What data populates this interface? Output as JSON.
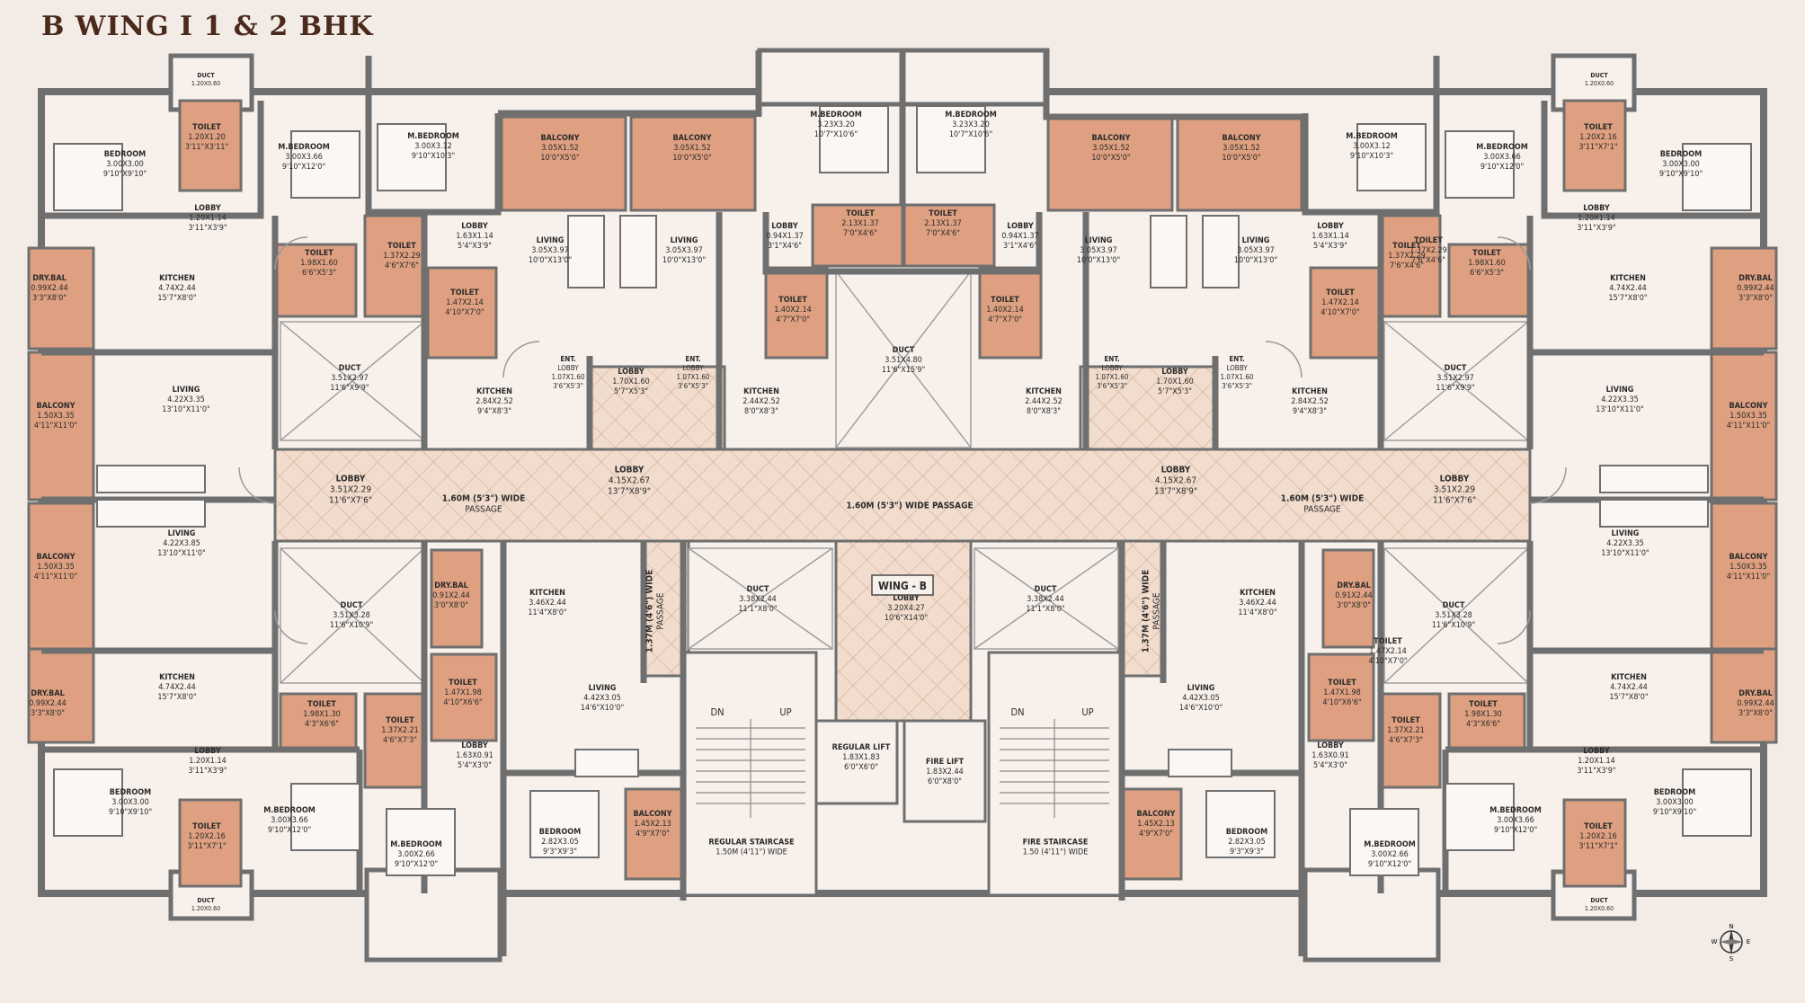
{
  "title": "B WING I 1 & 2 BHK",
  "colors": {
    "wall": "#6f6f6f",
    "floor": "#f7f0eb",
    "wet": "#dea080",
    "lobby": "#f1dccd",
    "lobbyHatch": "#dcc0ac",
    "bg": "#f3ebe6"
  },
  "labels": [
    {
      "lines": [
        "DUCT",
        "1.20X0.60"
      ]
    },
    {
      "lines": [
        "TOILET",
        "1.20X1.20",
        "3'11\"X3'11\""
      ]
    },
    {
      "lines": [
        "BEDROOM",
        "3.00X3.00",
        "9'10\"X9'10\""
      ]
    },
    {
      "lines": [
        "M.BEDROOM",
        "3.00X3.66",
        "9'10\"X12'0\""
      ]
    },
    {
      "lines": [
        "M.BEDROOM",
        "3.00X3.12",
        "9'10\"X10'3\""
      ]
    },
    {
      "lines": [
        "BALCONY",
        "3.05X1.52",
        "10'0\"X5'0\""
      ]
    },
    {
      "lines": [
        "BALCONY",
        "3.05X1.52",
        "10'0\"X5'0\""
      ]
    },
    {
      "lines": [
        "M.BEDROOM",
        "3.23X3.20",
        "10'7\"X10'6\""
      ]
    },
    {
      "lines": [
        "M.BEDROOM",
        "3.23X3.20",
        "10'7\"X10'6\""
      ]
    },
    {
      "lines": [
        "BALCONY",
        "3.05X1.52",
        "10'0\"X5'0\""
      ]
    },
    {
      "lines": [
        "BALCONY",
        "3.05X1.52",
        "10'0\"X5'0\""
      ]
    },
    {
      "lines": [
        "M.BEDROOM",
        "3.00X3.12",
        "9'10\"X10'3\""
      ]
    },
    {
      "lines": [
        "M.BEDROOM",
        "3.00X3.66",
        "9'10\"X12'0\""
      ]
    },
    {
      "lines": [
        "BEDROOM",
        "3.00X3.00",
        "9'10\"X9'10\""
      ]
    },
    {
      "lines": [
        "DUCT",
        "1.20X0.60"
      ]
    },
    {
      "lines": [
        "TOILET",
        "1.20X2.16",
        "3'11\"X7'1\""
      ]
    },
    {
      "lines": [
        "LOBBY",
        "1.20X1.14",
        "3'11\"X3'9\""
      ]
    },
    {
      "lines": [
        "LOBBY",
        "1.63X1.14",
        "5'4\"X3'9\""
      ]
    },
    {
      "lines": [
        "TOILET",
        "1.98X1.60",
        "6'6\"X5'3\""
      ]
    },
    {
      "lines": [
        "TOILET",
        "1.37X2.29",
        "4'6\"X7'6\""
      ]
    },
    {
      "lines": [
        "TOILET",
        "1.47X2.14",
        "4'10\"X7'0\""
      ]
    },
    {
      "lines": [
        "LIVING",
        "3.05X3.97",
        "10'0\"X13'0\""
      ]
    },
    {
      "lines": [
        "LIVING",
        "3.05X3.97",
        "10'0\"X13'0\""
      ]
    },
    {
      "lines": [
        "LOBBY",
        "0.94X1.37",
        "3'1\"X4'6\""
      ]
    },
    {
      "lines": [
        "TOILET",
        "2.13X1.37",
        "7'0\"X4'6\""
      ]
    },
    {
      "lines": [
        "TOILET",
        "2.13X1.37",
        "7'0\"X4'6\""
      ]
    },
    {
      "lines": [
        "LOBBY",
        "0.94X1.37",
        "3'1\"X4'6\""
      ]
    },
    {
      "lines": [
        "LIVING",
        "3.05X3.97",
        "10'0\"X13'0\""
      ]
    },
    {
      "lines": [
        "LIVING",
        "3.05X3.97",
        "10'0\"X13'0\""
      ]
    },
    {
      "lines": [
        "LOBBY",
        "1.63X1.14",
        "5'4\"X3'9\""
      ]
    },
    {
      "lines": [
        "TOILET",
        "1.37X2.29",
        "7'6\"X4'6\""
      ]
    },
    {
      "lines": [
        "TOILET",
        "1.98X1.60",
        "6'6\"X5'3\""
      ]
    },
    {
      "lines": [
        "LOBBY",
        "1.20X1.14",
        "3'11\"X3'9\""
      ]
    },
    {
      "lines": [
        "DRY.BAL",
        "0.99X2.44",
        "3'3\"X8'0\""
      ]
    },
    {
      "lines": [
        "KITCHEN",
        "4.74X2.44",
        "15'7\"X8'0\""
      ]
    },
    {
      "lines": [
        "TOILET",
        "1.40X2.14",
        "4'7\"X7'0\""
      ]
    },
    {
      "lines": [
        "TOILET",
        "1.40X2.14",
        "4'7\"X7'0\""
      ]
    },
    {
      "lines": [
        "TOILET",
        "1.47X2.14",
        "4'10\"X7'0\""
      ]
    },
    {
      "lines": [
        "KITCHEN",
        "4.74X2.44",
        "15'7\"X8'0\""
      ]
    },
    {
      "lines": [
        "DRY.BAL",
        "0.99X2.44",
        "3'3\"X8'0\""
      ]
    },
    {
      "lines": [
        "DUCT",
        "3.51X2.97",
        "11'6\"X9'9\""
      ]
    },
    {
      "lines": [
        "DUCT",
        "3.51X4.80",
        "11'6\"X15'9\""
      ]
    },
    {
      "lines": [
        "DUCT",
        "3.51X2.97",
        "11'6\"X9'9\""
      ]
    },
    {
      "lines": [
        "ENT.",
        "LOBBY",
        "1.07X1.60",
        "3'6\"X5'3\""
      ]
    },
    {
      "lines": [
        "LOBBY",
        "1.70X1.60",
        "5'7\"X5'3\""
      ]
    },
    {
      "lines": [
        "ENT.",
        "LOBBY",
        "1.07X1.60",
        "3'6\"X5'3\""
      ]
    },
    {
      "lines": [
        "ENT.",
        "LOBBY",
        "1.07X1.60",
        "3'6\"X5'3\""
      ]
    },
    {
      "lines": [
        "LOBBY",
        "1.70X1.60",
        "5'7\"X5'3\""
      ]
    },
    {
      "lines": [
        "ENT.",
        "LOBBY",
        "1.07X1.60",
        "3'6\"X5'3\""
      ]
    },
    {
      "lines": [
        "KITCHEN",
        "2.84X2.52",
        "9'4\"X8'3\""
      ]
    },
    {
      "lines": [
        "KITCHEN",
        "2.44X2.52",
        "8'0\"X8'3\""
      ]
    },
    {
      "lines": [
        "KITCHEN",
        "2.44X2.52",
        "8'0\"X8'3\""
      ]
    },
    {
      "lines": [
        "KITCHEN",
        "2.84X2.52",
        "9'4\"X8'3\""
      ]
    },
    {
      "lines": [
        "BALCONY",
        "1.50X3.35",
        "4'11\"X11'0\""
      ]
    },
    {
      "lines": [
        "LIVING",
        "4.22X3.35",
        "13'10\"X11'0\""
      ]
    },
    {
      "lines": [
        "LIVING",
        "4.22X3.35",
        "13'10\"X11'0\""
      ]
    },
    {
      "lines": [
        "BALCONY",
        "1.50X3.35",
        "4'11\"X11'0\""
      ]
    },
    {
      "lines": [
        "LOBBY",
        "3.51X2.29",
        "11'6\"X7'6\""
      ]
    },
    {
      "lines": [
        "1.60M (5'3\") WIDE",
        "PASSAGE"
      ]
    },
    {
      "lines": [
        "LOBBY",
        "4.15X2.67",
        "13'7\"X8'9\""
      ]
    },
    {
      "lines": [
        "1.60M (5'3\") WIDE PASSAGE"
      ]
    },
    {
      "lines": [
        "LOBBY",
        "4.15X2.67",
        "13'7\"X8'9\""
      ]
    },
    {
      "lines": [
        "1.60M (5'3\") WIDE",
        "PASSAGE"
      ]
    },
    {
      "lines": [
        "LOBBY",
        "3.51X2.29",
        "11'6\"X7'6\""
      ]
    },
    {
      "lines": [
        "BALCONY",
        "1.50X3.35",
        "4'11\"X11'0\""
      ]
    },
    {
      "lines": [
        "LIVING",
        "4.22X3.85",
        "13'10\"X11'0\""
      ]
    },
    {
      "lines": [
        "LIVING",
        "4.22X3.35",
        "13'10\"X11'0\""
      ]
    },
    {
      "lines": [
        "BALCONY",
        "1.50X3.35",
        "4'11\"X11'0\""
      ]
    },
    {
      "lines": [
        "DRY.BAL",
        "0.91X2.44",
        "3'0\"X8'0\""
      ]
    },
    {
      "lines": [
        "KITCHEN",
        "3.46X2.44",
        "11'4\"X8'0\""
      ]
    },
    {
      "lines": [
        "DUCT",
        "3.38X2.44",
        "11'1\"X8'0\""
      ]
    },
    {
      "lines": [
        "LOBBY",
        "3.20X4.27",
        "10'6\"X14'0\""
      ]
    },
    {
      "lines": [
        "DUCT",
        "3.38X2.44",
        "11'1\"X8'0\""
      ]
    },
    {
      "lines": [
        "KITCHEN",
        "3.46X2.44",
        "11'4\"X8'0\""
      ]
    },
    {
      "lines": [
        "DRY.BAL",
        "0.91X2.44",
        "3'0\"X8'0\""
      ]
    },
    {
      "lines": [
        "DUCT",
        "3.51X3.28",
        "11'6\"X10'9\""
      ]
    },
    {
      "lines": [
        "DUCT",
        "3.51X3.28",
        "11'6\"X10'9\""
      ]
    },
    {
      "lines": [
        "DRY.BAL",
        "0.99X2.44",
        "3'3\"X8'0\""
      ]
    },
    {
      "lines": [
        "KITCHEN",
        "4.74X2.44",
        "15'7\"X8'0\""
      ]
    },
    {
      "lines": [
        "TOILET",
        "1.47X1.98",
        "4'10\"X6'6\""
      ]
    },
    {
      "lines": [
        "LIVING",
        "4.42X3.05",
        "14'6\"X10'0\""
      ]
    },
    {
      "lines": [
        "LIVING",
        "4.42X3.05",
        "14'6\"X10'0\""
      ]
    },
    {
      "lines": [
        "TOILET",
        "1.47X1.98",
        "4'10\"X6'6\""
      ]
    },
    {
      "lines": [
        "KITCHEN",
        "4.74X2.44",
        "15'7\"X8'0\""
      ]
    },
    {
      "lines": [
        "DRY.BAL",
        "0.99X2.44",
        "3'3\"X8'0\""
      ]
    },
    {
      "lines": [
        "TOILET",
        "1.98X1.30",
        "4'3\"X6'6\""
      ]
    },
    {
      "lines": [
        "TOILET",
        "1.37X2.21",
        "4'6\"X7'3\""
      ]
    },
    {
      "lines": [
        "TOILET",
        "1.37X2.21",
        "4'6\"X7'3\""
      ]
    },
    {
      "lines": [
        "TOILET",
        "1.98X1.30",
        "4'3\"X6'6\""
      ]
    },
    {
      "lines": [
        "REGULAR LIFT",
        "1.83X1.83",
        "6'0\"X6'0\""
      ]
    },
    {
      "lines": [
        "FIRE LIFT",
        "1.83X2.44",
        "6'0\"X8'0\""
      ]
    },
    {
      "lines": [
        "LOBBY",
        "1.20X1.14",
        "3'11\"X3'9\""
      ]
    },
    {
      "lines": [
        "LOBBY",
        "1.63X0.91",
        "5'4\"X3'0\""
      ]
    },
    {
      "lines": [
        "LOBBY",
        "1.63X0.91",
        "5'4\"X3'0\""
      ]
    },
    {
      "lines": [
        "LOBBY",
        "1.20X1.14",
        "3'11\"X3'9\""
      ]
    },
    {
      "lines": [
        "BEDROOM",
        "3.00X3.00",
        "9'10\"X9'10\""
      ]
    },
    {
      "lines": [
        "M.BEDROOM",
        "3.00X3.66",
        "9'10\"X12'0\""
      ]
    },
    {
      "lines": [
        "M.BEDROOM",
        "3.00X2.66",
        "9'10\"X12'0\""
      ]
    },
    {
      "lines": [
        "BEDROOM",
        "2.82X3.05",
        "9'3\"X9'3\""
      ]
    },
    {
      "lines": [
        "BALCONY",
        "1.45X2.13",
        "4'9\"X7'0\""
      ]
    },
    {
      "lines": [
        "REGULAR STAIRCASE",
        "1.50M (4'11\") WIDE"
      ]
    },
    {
      "lines": [
        "FIRE STAIRCASE",
        "1.50 (4'11\") WIDE"
      ]
    },
    {
      "lines": [
        "BALCONY",
        "1.45X2.13",
        "4'9\"X7'0\""
      ]
    },
    {
      "lines": [
        "BEDROOM",
        "2.82X3.05",
        "9'3\"X9'3\""
      ]
    },
    {
      "lines": [
        "M.BEDROOM",
        "3.00X2.66",
        "9'10\"X12'0\""
      ]
    },
    {
      "lines": [
        "M.BEDROOM",
        "3.00X3.66",
        "9'10\"X12'0\""
      ]
    },
    {
      "lines": [
        "BEDROOM",
        "3.00X3.00",
        "9'10\"X9'10\""
      ]
    },
    {
      "lines": [
        "TOILET",
        "1.20X2.16",
        "3'11\"X7'1\""
      ]
    },
    {
      "lines": [
        "TOILET",
        "1.20X2.16",
        "3'11\"X7'1\""
      ]
    },
    {
      "lines": [
        "DUCT",
        "1.20X0.60"
      ]
    },
    {
      "lines": [
        "DUCT",
        "1.20X0.60"
      ]
    },
    {
      "lines": [
        "TOILET",
        "1.37X2.29",
        "7'6\"X4'6\""
      ]
    },
    {
      "lines": [
        "TOILET",
        "1.47X2.14",
        "4'10\"X7'0\""
      ]
    },
    {
      "lines": [
        "1.37M (4'6\") WIDE",
        "PASSAGE"
      ]
    },
    {
      "lines": [
        "1.37M (4'6\") WIDE",
        "PASSAGE"
      ]
    }
  ],
  "wing_label": "WING - B",
  "stairs": {
    "dn": "DN",
    "up": "UP"
  },
  "compass": {
    "n": "N",
    "s": "S",
    "e": "E",
    "w": "W"
  }
}
